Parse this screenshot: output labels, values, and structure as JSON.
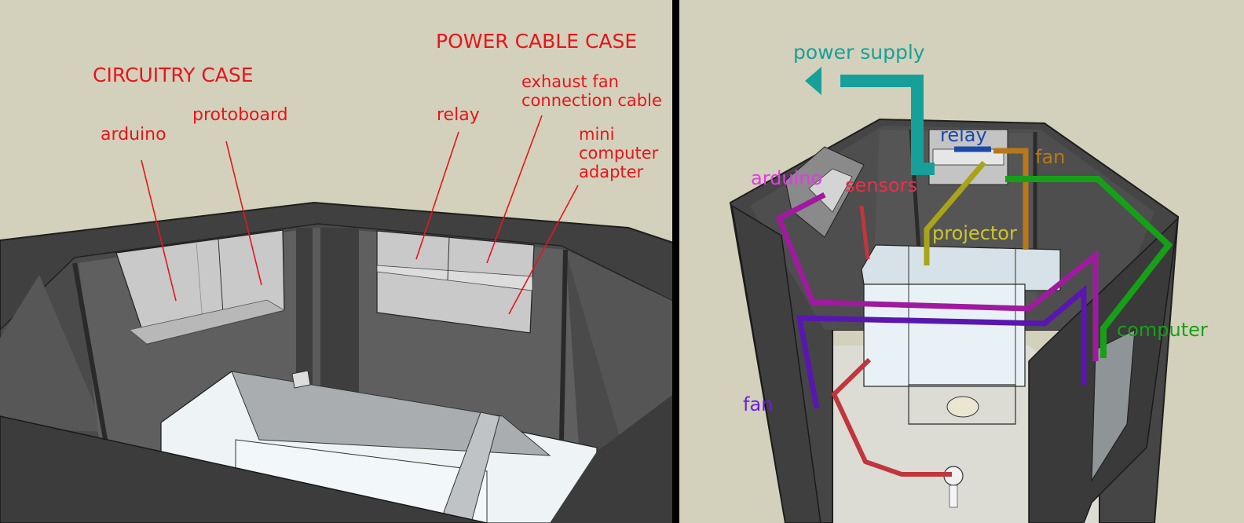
{
  "left_panel": {
    "title_circuitry": "CIRCUITRY CASE",
    "title_power": "POWER CABLE CASE",
    "labels": {
      "arduino": "arduino",
      "protoboard": "protoboard",
      "relay": "relay",
      "exhaust_fan_1": "exhaust fan",
      "exhaust_fan_2": "connection cable",
      "mini_1": "mini",
      "mini_2": "computer",
      "mini_3": "adapter"
    },
    "label_color": "#e8141c"
  },
  "right_panel": {
    "labels": {
      "power_supply": "power supply",
      "relay": "relay",
      "fan_top": "fan",
      "arduino": "arduino",
      "sensors": "sensors",
      "projector": "projector",
      "computer": "computer",
      "fan_bottom": "fan"
    },
    "colors": {
      "power_supply": "#17a09a",
      "relay": "#1a4aa8",
      "fan_top": "#b8781a",
      "arduino": "#a01aa0",
      "sensors": "#c0363c",
      "projector": "#a8a418",
      "computer": "#16a018",
      "fan_bottom": "#5a16b0"
    }
  },
  "background": "#d3d1bb",
  "divider_color": "#000000"
}
